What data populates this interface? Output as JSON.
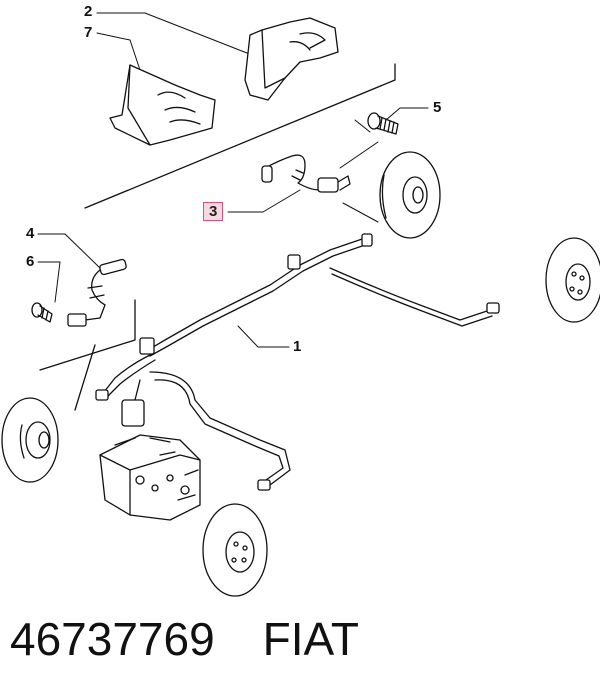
{
  "callouts": [
    {
      "id": "2",
      "label": "2"
    },
    {
      "id": "7",
      "label": "7"
    },
    {
      "id": "5",
      "label": "5"
    },
    {
      "id": "3",
      "label": "3"
    },
    {
      "id": "4",
      "label": "4"
    },
    {
      "id": "6",
      "label": "6"
    },
    {
      "id": "1",
      "label": "1"
    }
  ],
  "highlight_color": "#e0507a",
  "part_number": "46737769",
  "brand": "FIAT"
}
